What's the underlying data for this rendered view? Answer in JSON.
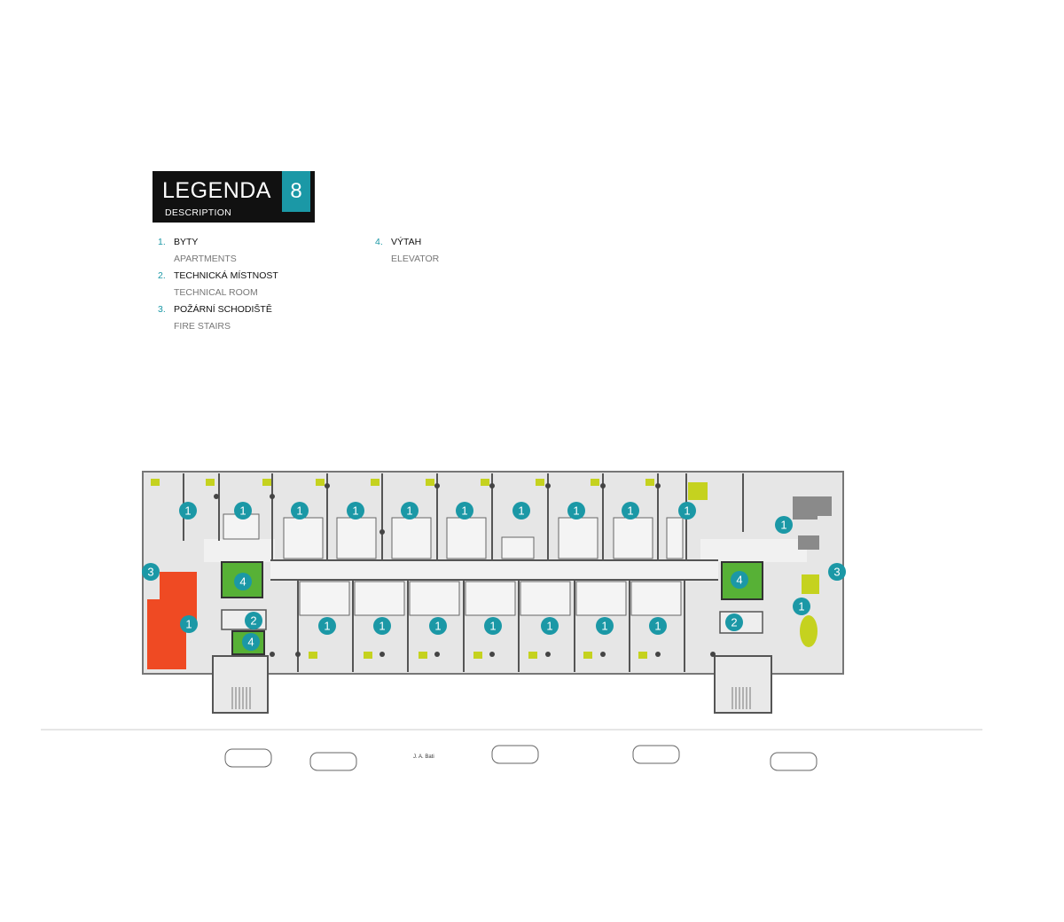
{
  "legend": {
    "title": "LEGENDA",
    "subtitle": "DESCRIPTION",
    "floor_number": "8",
    "items": [
      {
        "index": "1.",
        "cz": "BYTY",
        "en": "APARTMENTS"
      },
      {
        "index": "2.",
        "cz": "TECHNICKÁ MÍSTNOST",
        "en": "TECHNICAL ROOM"
      },
      {
        "index": "3.",
        "cz": "POŽÁRNÍ SCHODIŠTĚ",
        "en": "FIRE STAIRS"
      },
      {
        "index": "4.",
        "cz": "VÝTAH",
        "en": "ELEVATOR"
      }
    ]
  },
  "plan": {
    "street_name": "J. A. Bati",
    "badge_labels": {
      "apartment": "1",
      "technical": "2",
      "stairs": "3",
      "elevator": "4"
    },
    "colors": {
      "badge": "#1b98a6",
      "elevator": "#57b136",
      "highlight": "#ef4a23",
      "furniture": "#c5d21f",
      "floor": "#e6e6e6",
      "wall": "#555555"
    }
  }
}
